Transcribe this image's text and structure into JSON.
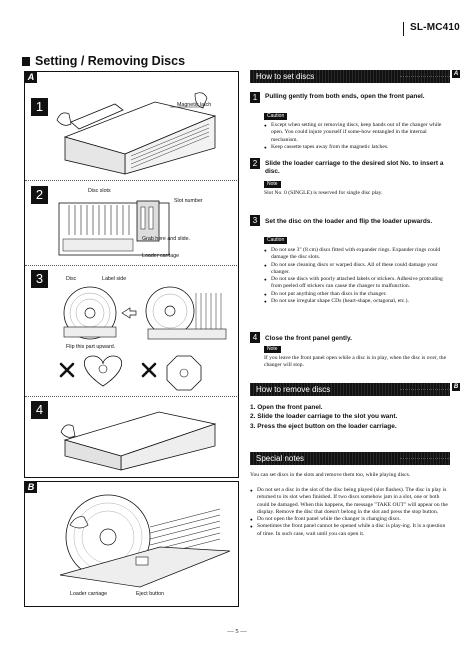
{
  "header": {
    "model": "SL-MC410"
  },
  "section_title": "Setting / Removing Discs",
  "left_panel": {
    "a_letter": "A",
    "b_letter": "B",
    "steps": [
      "1",
      "2",
      "3",
      "4"
    ],
    "labels": {
      "magnetic_latch": "Magnetic latch",
      "disc_slots": "Disc slots",
      "slot_number": "Slot number",
      "grab_here": "Grab here and slide.",
      "loader_carriage": "Loader carriage",
      "disc": "Disc",
      "label_side": "Label side",
      "flip_part": "Flip this part upward.",
      "b_loader_carriage": "Loader carriage",
      "eject_button": "Eject button"
    }
  },
  "how_to_set": {
    "bar_title": "How to set discs",
    "tag": "A",
    "step1": {
      "num": "1",
      "heading": "Pulling gently from both ends, open the front panel.",
      "badge": "Caution",
      "bullets": [
        "Except when setting or removing discs, keep hands out of the changer while open. You could injure yourself if some-how entangled in the internal mechanism.",
        "Keep cassette tapes away from the magnetic latches."
      ]
    },
    "step2": {
      "num": "2",
      "heading": "Slide the loader carriage to the desired slot No. to insert a disc.",
      "badge": "Note",
      "text": "Slot No. 0 (SINGLE) is reserved for single disc play."
    },
    "step3": {
      "num": "3",
      "heading": "Set the disc on the loader and flip the loader upwards.",
      "badge": "Caution",
      "bullets": [
        "Do not use 3\" (8 cm) discs fitted with expander rings. Expander rings could damage the disc slots.",
        "Do not use cleaning discs or warped discs. All of these could damage your changer.",
        "Do not use discs with poorly attached labels or stickers. Adhesive protruding from peeled off stickers can cause the changer to malfunction.",
        "Do not put anything other than discs in the changer.",
        "Do not use irregular shape CDs (heart-shape, octagonal, etc.)."
      ]
    },
    "step4": {
      "num": "4",
      "heading": "Close the front panel gently.",
      "badge": "Note",
      "text": "If you leave the front panel open while a disc is in play, when the disc is over, the changer will stop."
    }
  },
  "how_to_remove": {
    "bar_title": "How to remove discs",
    "tag": "B",
    "steps": [
      "1.  Open the front panel.",
      "2.  Slide the loader carriage to the slot you want.",
      "3.  Press the eject button on the loader carriage."
    ]
  },
  "special_notes": {
    "bar_title": "Special notes",
    "intro": "You can set discs in the slots and remove them too, while playing discs.",
    "bullets": [
      "Do not set a disc in the slot of the disc being played (slot flashes). The disc in play is returned to its slot when finished. If two discs somehow jam in a slot, one or both could be damaged. When this happens, the message \"TAKE OUT\" will appear on the display. Remove the disc that doesn't belong in the slot and press the stop button.",
      "Do not open the front panel while the changer is changing discs.",
      "Sometimes the front panel cannot be opened while a disc is play-ing. It is a question of time. In such case, wait until you can open it."
    ]
  },
  "page_number": "— 5 —"
}
